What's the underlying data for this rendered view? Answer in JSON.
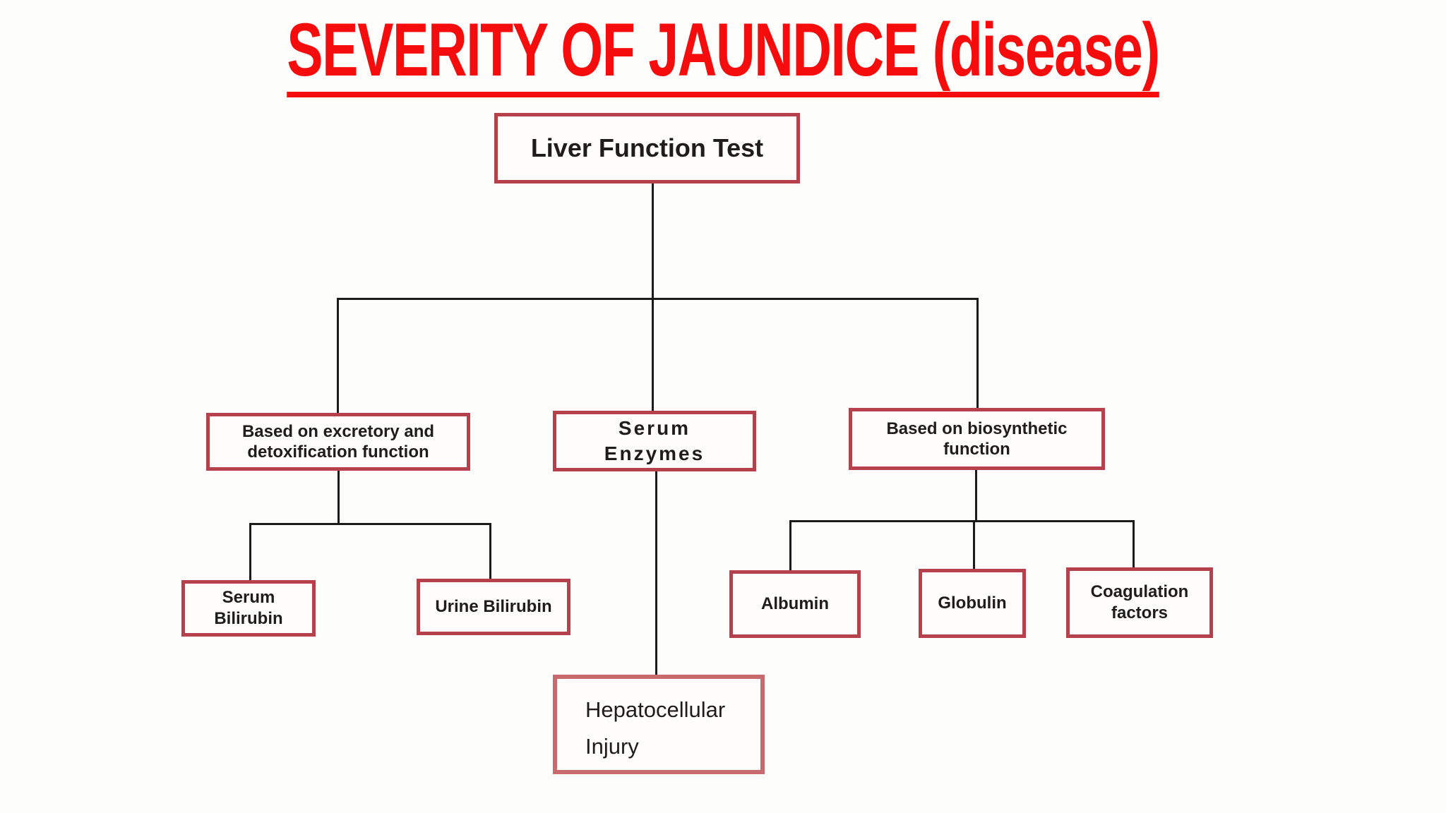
{
  "slide_title": "SEVERITY OF JAUNDICE (disease)",
  "theme": {
    "title_color": "#f50d0d",
    "box_border_color": "#b6414d",
    "soft_box_border_color": "#c76b6e",
    "connector_color": "#1b1b1b",
    "text_color": "#1d1d1d",
    "background_color": "#fdfdfc"
  },
  "nodes": {
    "root": {
      "label": "Liver Function Test"
    },
    "excretory": {
      "line1": "Based on excretory and",
      "line2": "detoxification function"
    },
    "serum_enzymes": {
      "line1": "Serum",
      "line2": "Enzymes"
    },
    "biosynthetic": {
      "line1": "Based on biosynthetic",
      "line2": "function"
    },
    "serum_bilirubin": {
      "line1": "Serum",
      "line2": "Bilirubin"
    },
    "urine_bilirubin": {
      "label": "Urine Bilirubin"
    },
    "albumin": {
      "label": "Albumin"
    },
    "globulin": {
      "label": "Globulin"
    },
    "coagulation_factors": {
      "line1": "Coagulation",
      "line2": "factors"
    },
    "hepatocellular_injury": {
      "line1": "Hepatocellular",
      "line2": "Injury"
    }
  },
  "hierarchy": {
    "Liver Function Test": {
      "Based on excretory and detoxification function": [
        "Serum Bilirubin",
        "Urine Bilirubin"
      ],
      "Serum Enzymes": [
        "Hepatocellular Injury"
      ],
      "Based on biosynthetic function": [
        "Albumin",
        "Globulin",
        "Coagulation factors"
      ]
    }
  }
}
